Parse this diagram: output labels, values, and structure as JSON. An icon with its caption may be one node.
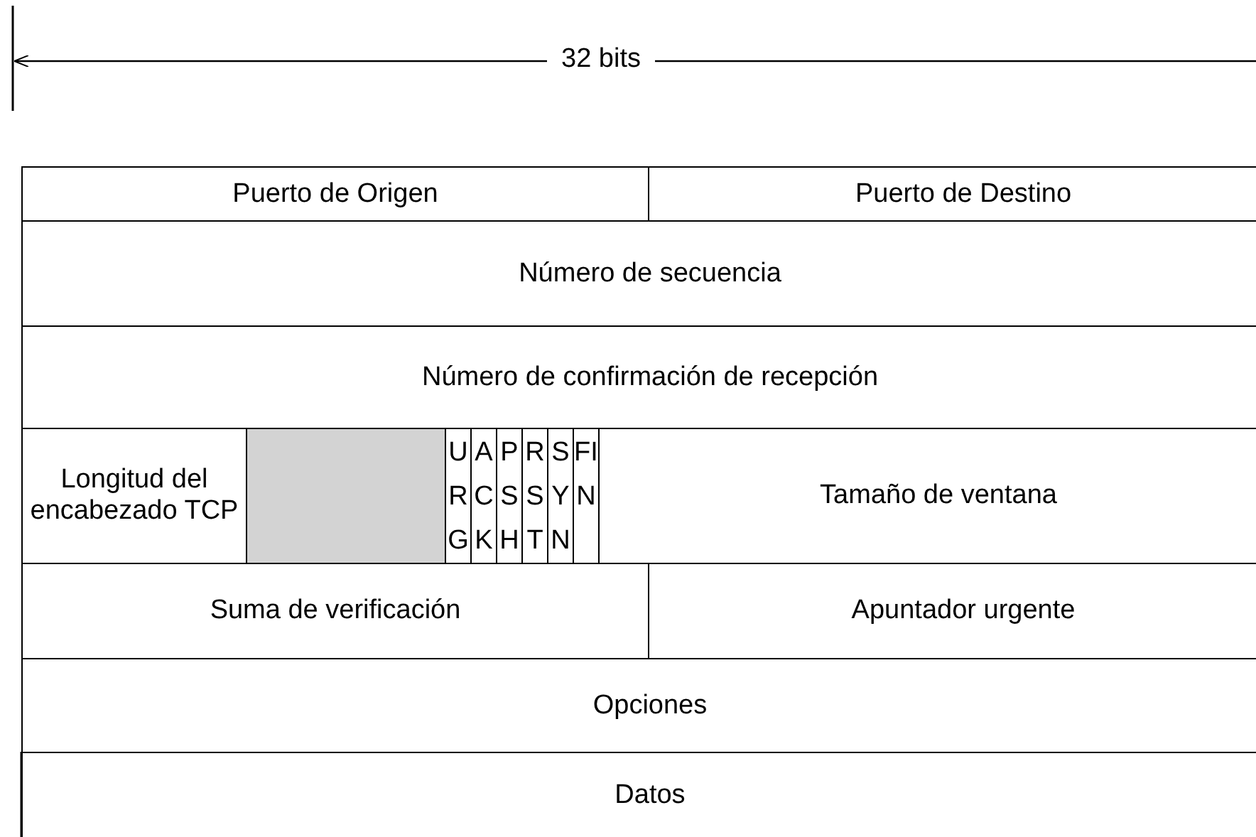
{
  "diagram": {
    "labels": [
      "32 bits",
      "Puerto de Origen",
      "Puerto de Destino",
      "Número de secuencia",
      "Número de confirmación de recepción",
      "Longitud del encabezado TCP",
      "URG",
      "ACK",
      "PSH",
      "RST",
      "SYN",
      "FIN",
      "Tamaño de ventana",
      "Suma de verificación",
      "Apuntador urgente",
      "Opciones",
      "Datos"
    ]
  }
}
